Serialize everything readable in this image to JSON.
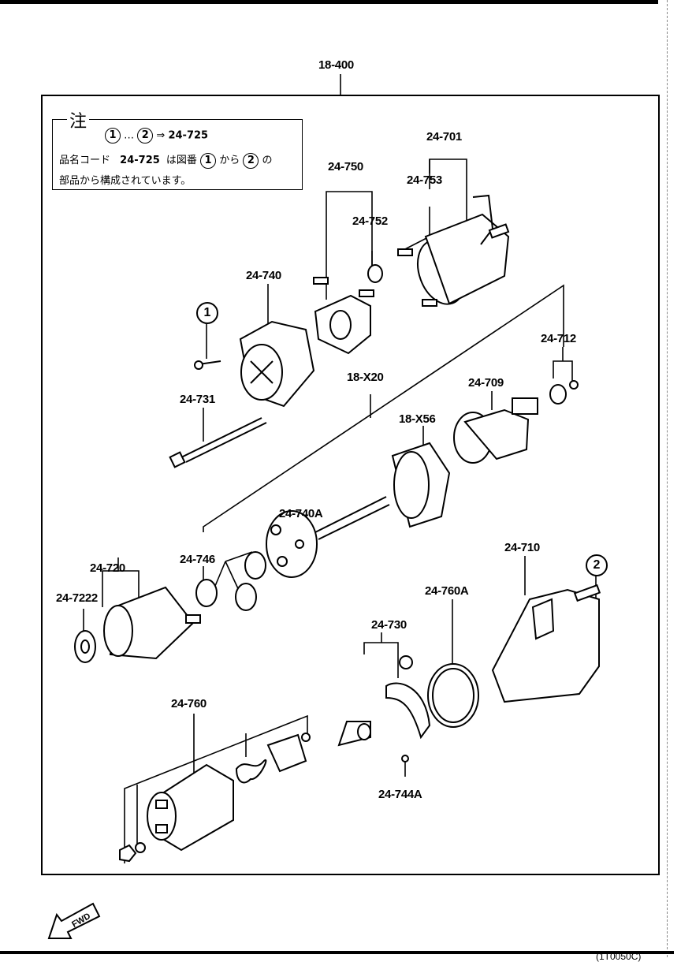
{
  "assembly_ref": "18-400",
  "note": {
    "title": "注",
    "range_start": "1",
    "range_sep": "…",
    "range_end": "2",
    "arrow": "⇒",
    "range_target": "24-725",
    "line2_a": "品名コード",
    "line2_code": "24-725",
    "line2_b": "は図番",
    "line2_c": "から",
    "line2_d": "の",
    "line3": "部品から構成されています。"
  },
  "callouts": {
    "one": "1",
    "two": "2"
  },
  "labels": {
    "p24_701": "24-701",
    "p24_753": "24-753",
    "p24_750": "24-750",
    "p24_752": "24-752",
    "p24_740": "24-740",
    "p24_712": "24-712",
    "p24_709": "24-709",
    "p18_x20": "18-X20",
    "p24_731": "24-731",
    "p18_x56": "18-X56",
    "p24_740a": "24-740A",
    "p24_720": "24-720",
    "p24_746": "24-746",
    "p24_7222": "24-7222",
    "p24_710": "24-710",
    "p24_760a": "24-760A",
    "p24_730": "24-730",
    "p24_760": "24-760",
    "p24_744a": "24-744A"
  },
  "fwd_label": "FWD",
  "footer_code": "(1T0050C)"
}
